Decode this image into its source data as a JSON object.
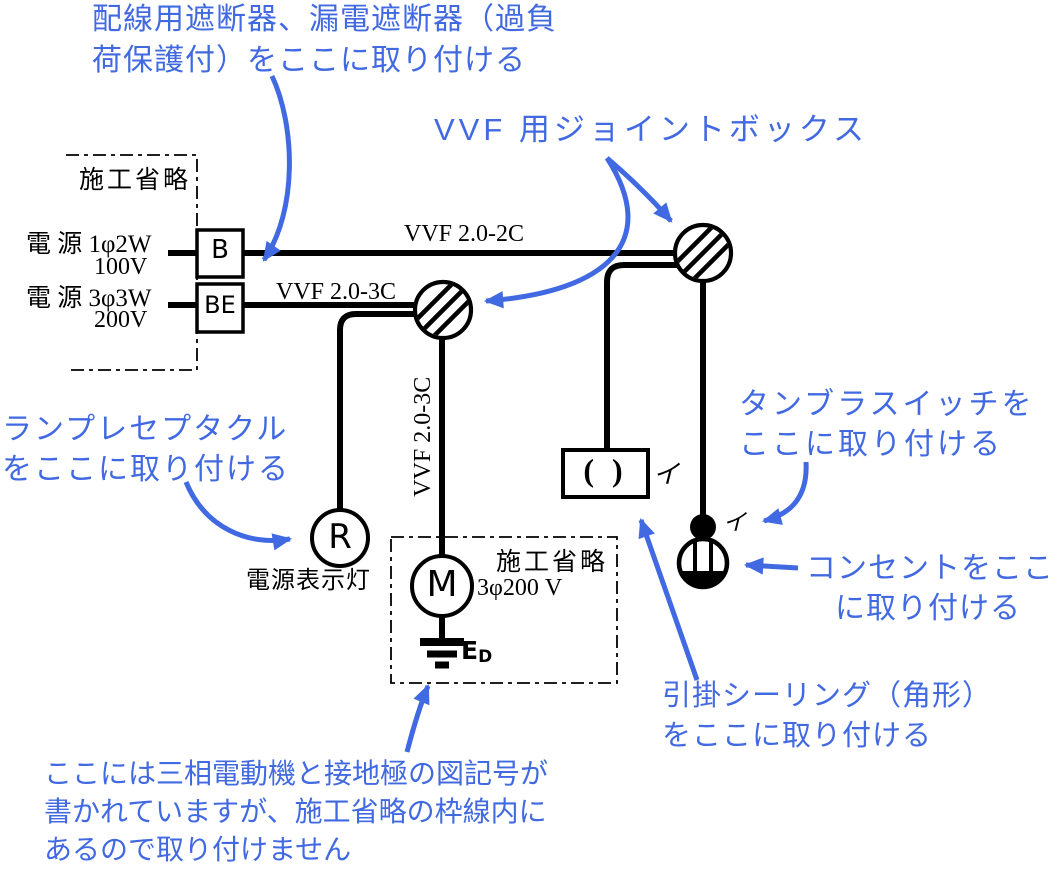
{
  "colors": {
    "accent": "#4169E1",
    "ink": "#000000"
  },
  "callouts": {
    "breaker_l1": "配線用遮断器、漏電遮断器（過負",
    "breaker_l2": "荷保護付）をここに取り付ける",
    "joint_box": "VVF 用ジョイントボックス",
    "receptacle_l1": "ランプレセプタクル",
    "receptacle_l2": "をここに取り付ける",
    "switch_l1": "タンブラスイッチを",
    "switch_l2": "ここに取り付ける",
    "outlet_l1": "コンセントをここ",
    "outlet_l2": "に取り付ける",
    "ceiling_l1": "引掛シーリング（角形）",
    "ceiling_l2": "をここに取り付ける",
    "motor_l1": "ここには三相電動機と接地極の図記号が",
    "motor_l2": "書かれていますが、施工省略の枠線内に",
    "motor_l3": "あるので取り付けません"
  },
  "diagram": {
    "omission_top": "施工省略",
    "omission_motor": "施工省略",
    "source1_line1": "電 源 1φ2W",
    "source1_line2": "100V",
    "breaker1": "B",
    "source2_line1": "電 源 3φ3W",
    "source2_line2": "200V",
    "breaker2": "BE",
    "cable_top": "VVF 2.0-2C",
    "cable_mid": "VVF 2.0-3C",
    "cable_vertical": "VVF 2.0-3C",
    "receptacle": "R",
    "receptacle_caption": "電源表示灯",
    "motor": "M",
    "motor_rating": "3φ200 V",
    "ground_main": "E",
    "ground_sub": "D",
    "ceiling_symbol": "( )",
    "circuit_mark_ceiling": "イ",
    "circuit_mark_switch": "イ"
  }
}
